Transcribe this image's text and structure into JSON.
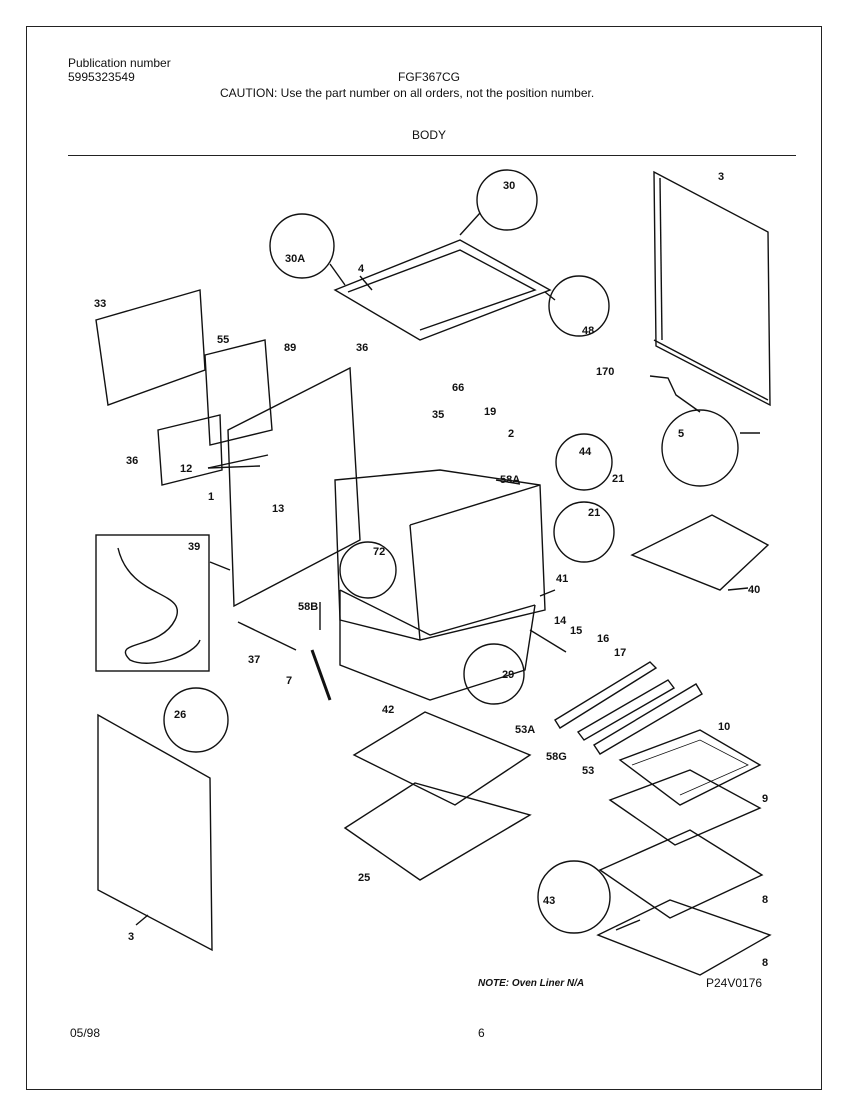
{
  "header": {
    "pub_label": "Publication number",
    "pub_number": "5995323549",
    "model": "FGF367CG",
    "caution": "CAUTION:  Use the part number on all orders, not the position number.",
    "section": "BODY"
  },
  "footer": {
    "date": "05/98",
    "page": "6",
    "note": "NOTE: Oven Liner N/A",
    "drawing_id": "P24V0176"
  },
  "callouts": [
    {
      "id": "c3a",
      "text": "3"
    },
    {
      "id": "c30",
      "text": "30"
    },
    {
      "id": "c30A",
      "text": "30A"
    },
    {
      "id": "c4",
      "text": "4"
    },
    {
      "id": "c48",
      "text": "48"
    },
    {
      "id": "c33",
      "text": "33"
    },
    {
      "id": "c55",
      "text": "55"
    },
    {
      "id": "c89",
      "text": "89"
    },
    {
      "id": "c36a",
      "text": "36"
    },
    {
      "id": "c66",
      "text": "66"
    },
    {
      "id": "c170",
      "text": "170"
    },
    {
      "id": "c5",
      "text": "5"
    },
    {
      "id": "c35",
      "text": "35"
    },
    {
      "id": "c19",
      "text": "19"
    },
    {
      "id": "c2",
      "text": "2"
    },
    {
      "id": "c36b",
      "text": "36"
    },
    {
      "id": "c12",
      "text": "12"
    },
    {
      "id": "c44",
      "text": "44"
    },
    {
      "id": "c21a",
      "text": "21"
    },
    {
      "id": "c58A",
      "text": "58A"
    },
    {
      "id": "c1",
      "text": "1"
    },
    {
      "id": "c13",
      "text": "13"
    },
    {
      "id": "c21b",
      "text": "21"
    },
    {
      "id": "c39",
      "text": "39"
    },
    {
      "id": "c72",
      "text": "72"
    },
    {
      "id": "c40",
      "text": "40"
    },
    {
      "id": "c41",
      "text": "41"
    },
    {
      "id": "c58B",
      "text": "58B"
    },
    {
      "id": "c14",
      "text": "14"
    },
    {
      "id": "c15",
      "text": "15"
    },
    {
      "id": "c16",
      "text": "16"
    },
    {
      "id": "c17",
      "text": "17"
    },
    {
      "id": "c37",
      "text": "37"
    },
    {
      "id": "c29",
      "text": "29"
    },
    {
      "id": "c7",
      "text": "7"
    },
    {
      "id": "c26",
      "text": "26"
    },
    {
      "id": "c42",
      "text": "42"
    },
    {
      "id": "c53A",
      "text": "53A"
    },
    {
      "id": "c10",
      "text": "10"
    },
    {
      "id": "c58G",
      "text": "58G"
    },
    {
      "id": "c53",
      "text": "53"
    },
    {
      "id": "c9",
      "text": "9"
    },
    {
      "id": "c25",
      "text": "25"
    },
    {
      "id": "c43",
      "text": "43"
    },
    {
      "id": "c8a",
      "text": "8"
    },
    {
      "id": "c3b",
      "text": "3"
    },
    {
      "id": "c8b",
      "text": "8"
    }
  ]
}
